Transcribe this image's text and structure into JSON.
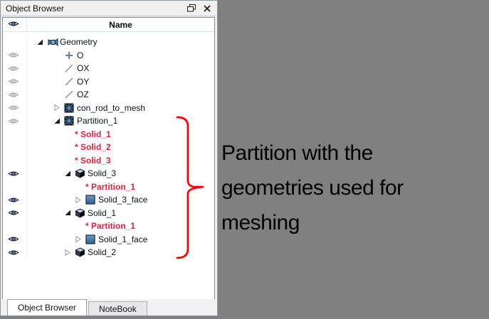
{
  "window": {
    "title": "Object Browser"
  },
  "tree": {
    "header": {
      "name_column_label": "Name",
      "eye_header_icon": "eye-icon"
    },
    "rows": [
      {
        "label": "Geometry",
        "level": 0,
        "eye": "none",
        "expander": "open",
        "icon": "geometry-module-icon",
        "red": false
      },
      {
        "label": "O",
        "level": 1,
        "eye": "hidden",
        "expander": "none",
        "icon": "point-icon",
        "red": false
      },
      {
        "label": "OX",
        "level": 1,
        "eye": "hidden",
        "expander": "none",
        "icon": "line-icon",
        "red": false
      },
      {
        "label": "OY",
        "level": 1,
        "eye": "hidden",
        "expander": "none",
        "icon": "line-icon",
        "red": false
      },
      {
        "label": "OZ",
        "level": 1,
        "eye": "hidden",
        "expander": "none",
        "icon": "line-icon",
        "red": false
      },
      {
        "label": "con_rod_to_mesh",
        "level": 1,
        "eye": "hidden",
        "expander": "closed",
        "icon": "partition-compound-icon",
        "red": false
      },
      {
        "label": "Partition_1",
        "level": 1,
        "eye": "hidden",
        "expander": "open",
        "icon": "partition-compound-icon",
        "red": false
      },
      {
        "label": "* Solid_1",
        "level": 2,
        "eye": "none",
        "expander": "none",
        "icon": "none",
        "red": true
      },
      {
        "label": "* Solid_2",
        "level": 2,
        "eye": "none",
        "expander": "none",
        "icon": "none",
        "red": true
      },
      {
        "label": "* Solid_3",
        "level": 2,
        "eye": "none",
        "expander": "none",
        "icon": "none",
        "red": true
      },
      {
        "label": "Solid_3",
        "level": 2,
        "eye": "visible",
        "expander": "open",
        "icon": "solid-cube-icon",
        "red": false
      },
      {
        "label": "* Partition_1",
        "level": 3,
        "eye": "none",
        "expander": "none",
        "icon": "none",
        "red": true
      },
      {
        "label": "Solid_3_face",
        "level": 3,
        "eye": "visible",
        "expander": "closed",
        "icon": "face-icon",
        "red": false
      },
      {
        "label": "Solid_1",
        "level": 2,
        "eye": "visible",
        "expander": "open",
        "icon": "solid-cube-icon",
        "red": false
      },
      {
        "label": "* Partition_1",
        "level": 3,
        "eye": "none",
        "expander": "none",
        "icon": "none",
        "red": true
      },
      {
        "label": "Solid_1_face",
        "level": 3,
        "eye": "visible",
        "expander": "closed",
        "icon": "face-icon",
        "red": false
      },
      {
        "label": "Solid_2",
        "level": 2,
        "eye": "visible",
        "expander": "closed",
        "icon": "solid-cube-icon",
        "red": false
      }
    ]
  },
  "tabs": [
    {
      "label": "Object Browser",
      "active": true
    },
    {
      "label": "NoteBook",
      "active": false
    }
  ],
  "annotation": {
    "lines": [
      "Partition with the",
      "geometries used for",
      "meshing"
    ]
  },
  "colors": {
    "background": "#808080",
    "red_reference_label": "#e8213d",
    "brace": "#ff0000",
    "eye_iris": "#3f6fae",
    "face_icon_blue": "#3f74a8",
    "panel_background": "#f0f0f0"
  }
}
